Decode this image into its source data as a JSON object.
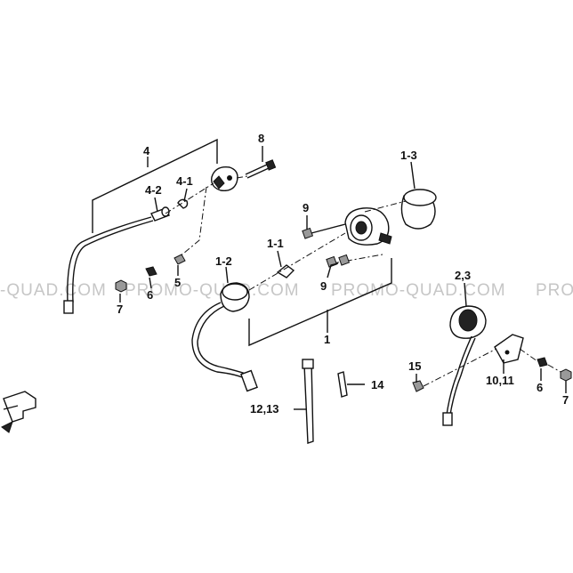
{
  "watermark": {
    "left": "-QUAD.COM",
    "center": "PROMO-QUAD.COM",
    "right": "PROMO-QUAD.COM",
    "edge": "PRO"
  },
  "callouts": {
    "c4": "4",
    "c4_1": "4-1",
    "c4_2": "4-2",
    "c5": "5",
    "c6_left": "6",
    "c7_left": "7",
    "c8": "8",
    "c9_top": "9",
    "c9_bottom": "9",
    "c1_1": "1-1",
    "c1_2": "1-2",
    "c1_3": "1-3",
    "c1": "1",
    "c2_3": "2,3",
    "c10_11": "10,11",
    "c6_right": "6",
    "c7_right": "7",
    "c15": "15",
    "c14": "14",
    "c12_13": "12,13"
  }
}
